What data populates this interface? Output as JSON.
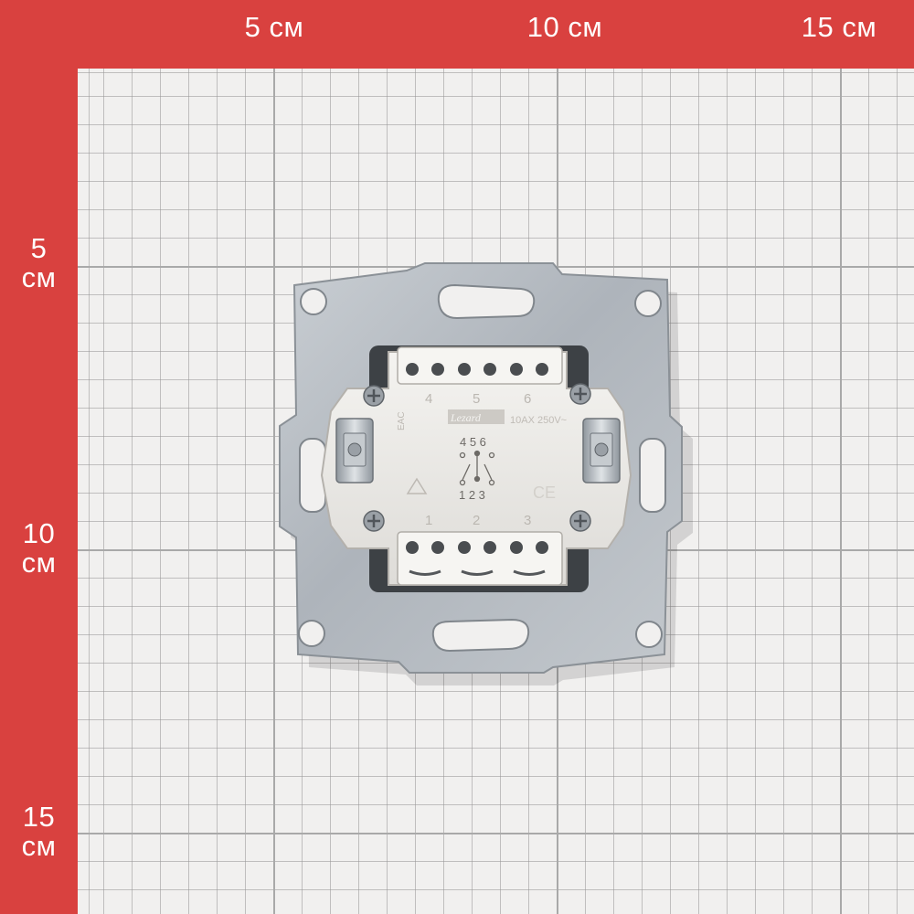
{
  "ruler": {
    "top_labels": [
      "5 см",
      "10 см",
      "15 см"
    ],
    "left_labels": [
      {
        "number": "5",
        "unit": "см"
      },
      {
        "number": "10",
        "unit": "см"
      },
      {
        "number": "15",
        "unit": "см"
      }
    ]
  },
  "product": {
    "terminal_top_numbers": [
      "4",
      "5",
      "6"
    ],
    "terminal_bottom_numbers": [
      "1",
      "2",
      "3"
    ],
    "schema_top": "4 5 6",
    "schema_bottom": "1 2 3",
    "rating": "10AX 250V~",
    "brand": "Lezard",
    "cert_mark": "EAC",
    "ce_mark": "CE"
  },
  "colors": {
    "ruler_red": "#d9413f",
    "grid_paper": "#f1f0ef",
    "metal_frame": "#b9bec4",
    "plastic_body": "#eceae6"
  }
}
